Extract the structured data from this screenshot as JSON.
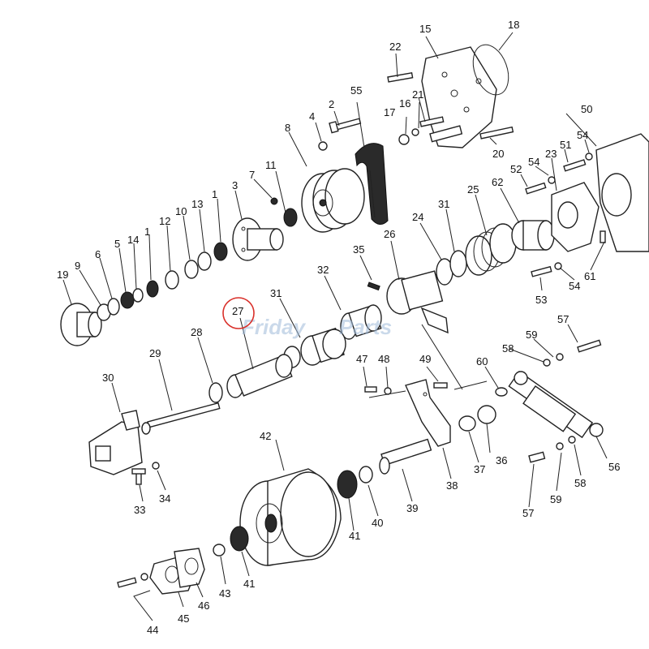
{
  "labels": [
    "1",
    "1",
    "2",
    "3",
    "4",
    "5",
    "6",
    "7",
    "8",
    "9",
    "10",
    "11",
    "12",
    "13",
    "14",
    "15",
    "16",
    "17",
    "18",
    "19",
    "20",
    "21",
    "22",
    "23",
    "24",
    "25",
    "26",
    "27",
    "28",
    "29",
    "30",
    "31",
    "31",
    "32",
    "33",
    "34",
    "35",
    "36",
    "37",
    "38",
    "39",
    "40",
    "41",
    "41",
    "42",
    "43",
    "44",
    "45",
    "46",
    "47",
    "48",
    "49",
    "50",
    "51",
    "52",
    "53",
    "54",
    "54",
    "54",
    "55",
    "56",
    "57",
    "57",
    "58",
    "58",
    "59",
    "59",
    "60",
    "61",
    "62"
  ],
  "highlighted_label": "27",
  "highlight_color": "#d9302a",
  "watermark": {
    "text_a": "Friday",
    "text_b": "Parts"
  }
}
